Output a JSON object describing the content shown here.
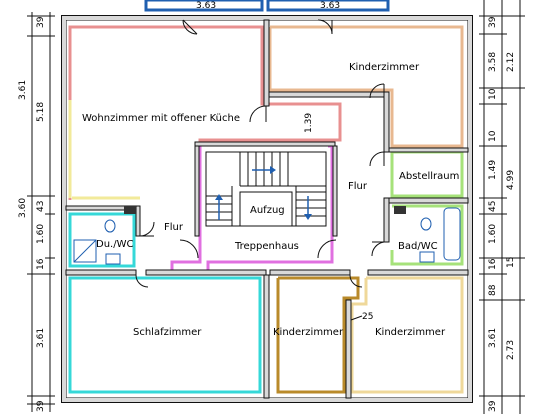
{
  "rooms": {
    "wohnzimmer": "Wohnzimmer mit offener Küche",
    "kinder_top": "Kinderzimmer",
    "abstell": "Abstellraum",
    "flur_center": "Flur",
    "flur_left": "Flur",
    "aufzug": "Aufzug",
    "treppenhaus": "Treppenhaus",
    "du_wc": "Du./WC",
    "bad_wc": "Bad/WC",
    "schlaf": "Schlafzimmer",
    "kinder_mid": "Kinderzimmer",
    "kinder_right": "Kinderzimmer"
  },
  "dims_top": [
    "3.63",
    "3.63"
  ],
  "dims_left": [
    "39",
    "3.61",
    "5.18",
    "3.60",
    "43",
    "1.60",
    "16",
    "3.61",
    "39"
  ],
  "dims_mid": [
    "1.39",
    "25"
  ],
  "dims_right_inner": [
    "39",
    "3.58",
    "10",
    "10",
    "1.49",
    "45",
    "1.60",
    "16",
    "88",
    "3.61",
    "39"
  ],
  "dims_right_outer": [
    "2.12",
    "4.99",
    "15",
    "2.73"
  ],
  "colors": {
    "wohnzimmer": "#e89090",
    "kinder_top": "#e8b890",
    "abstell": "#a6e27a",
    "treppen": "#e070e0",
    "cyan": "#35d8d8",
    "kinder_mid": "#b98a2a",
    "kinder_right": "#efd89a",
    "blue": "#1f5fb0"
  }
}
